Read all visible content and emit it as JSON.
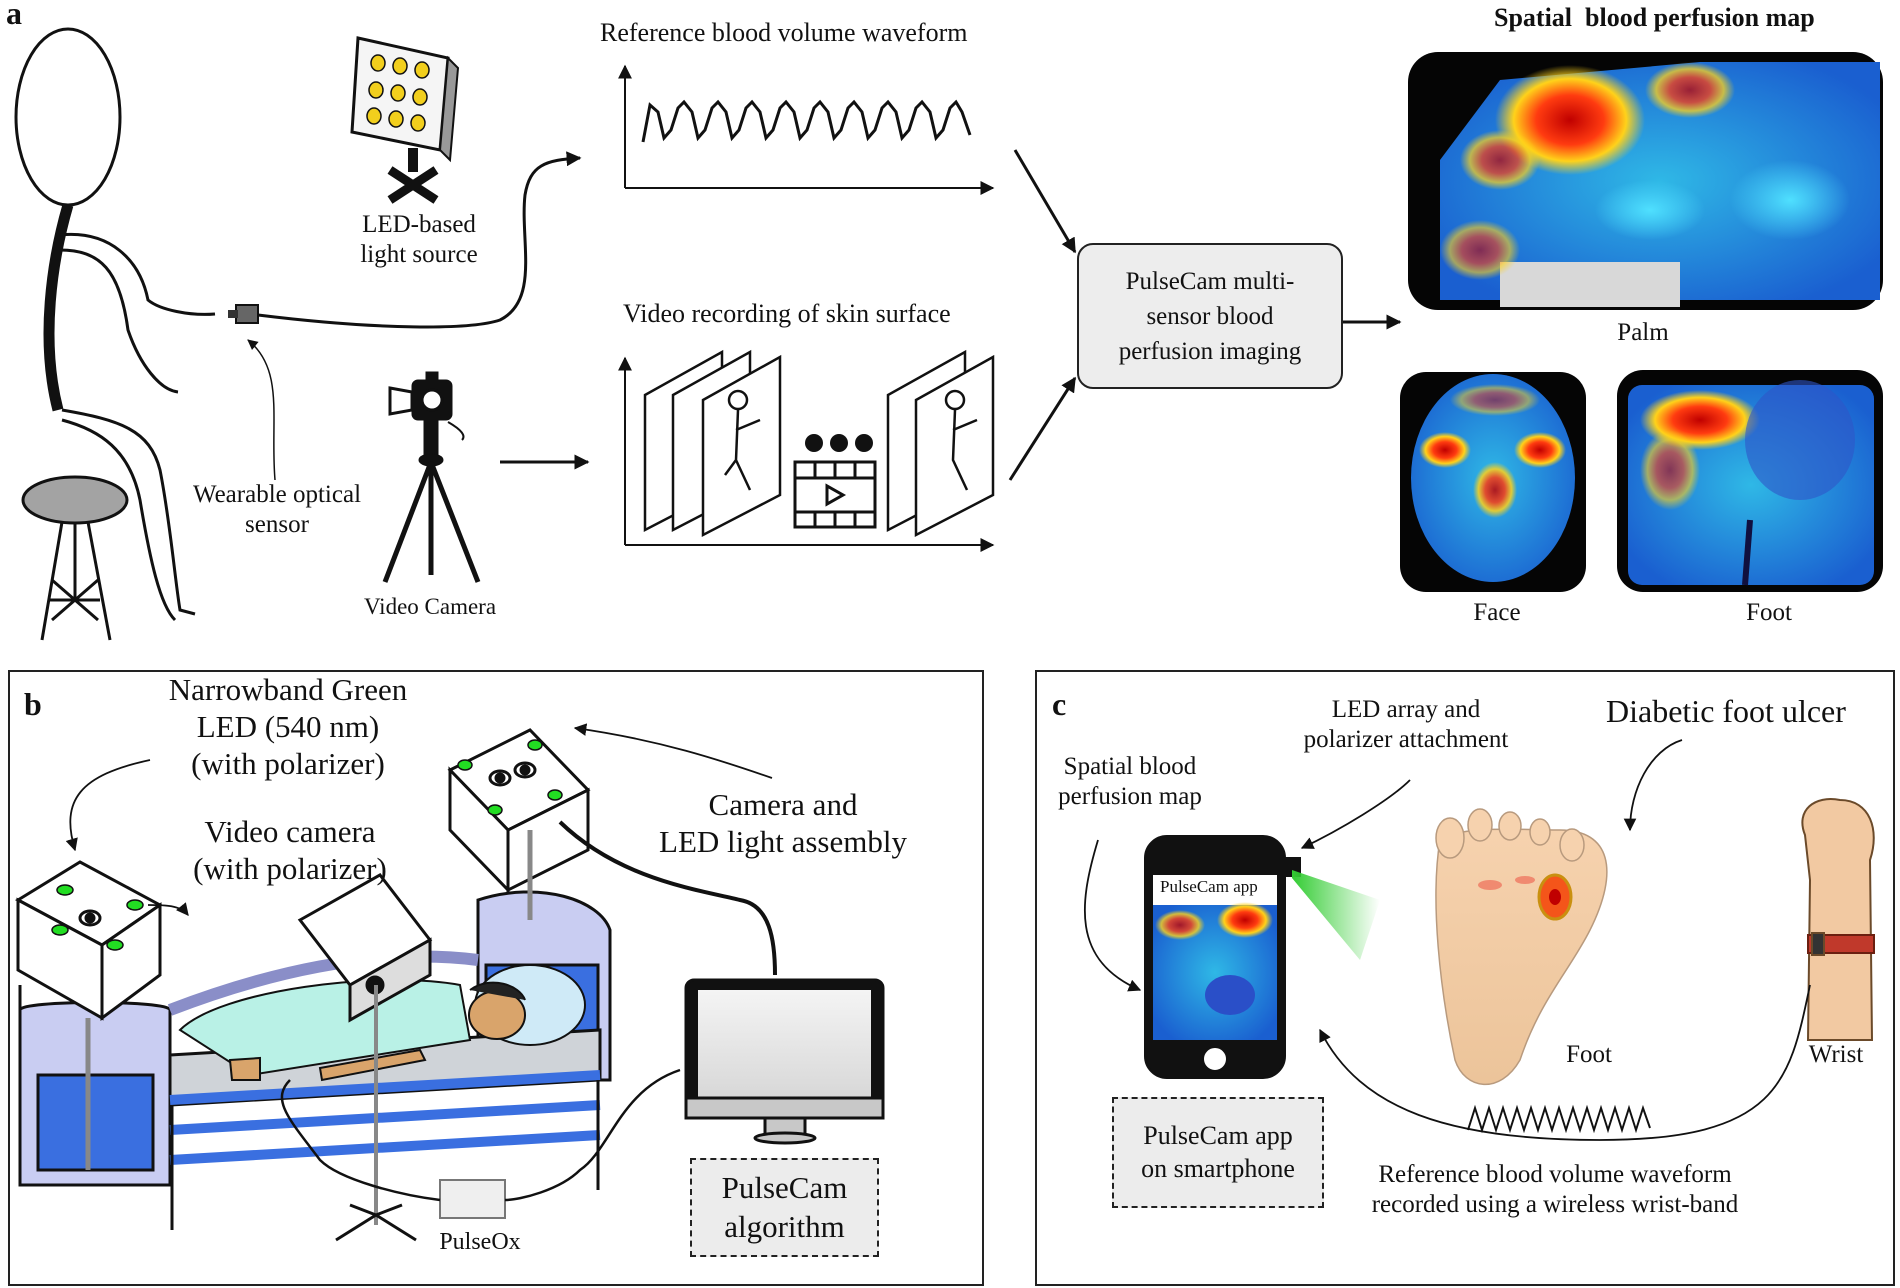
{
  "panel_a": {
    "letter": "a",
    "label_led_source": "LED-based\nlight source",
    "label_ref_waveform": "Reference blood volume waveform",
    "label_video_recording": "Video recording of skin surface",
    "label_wearable_sensor": "Wearable optical\nsensor",
    "label_video_camera": "Video Camera",
    "pulsecam_box": "PulseCam multi-\nsensor blood\nperfusion imaging",
    "map_title": "Spatial  blood perfusion map",
    "label_palm": "Palm",
    "label_face": "Face",
    "label_foot": "Foot"
  },
  "panel_b": {
    "letter": "b",
    "label_led": "Narrowband Green\nLED (540 nm)\n(with polarizer)",
    "label_camera": "Video camera\n(with polarizer)",
    "label_assembly": "Camera and\nLED light assembly",
    "label_pulseox": "PulseOx",
    "algorithm_box": "PulseCam\nalgorithm"
  },
  "panel_c": {
    "letter": "c",
    "label_led_array": "LED array and\npolarizer attachment",
    "label_ulcer": "Diabetic foot ulcer",
    "label_spatial_map": "Spatial blood\nperfusion map",
    "phone_app_title": "PulseCam app",
    "label_foot": "Foot",
    "label_wrist": "Wrist",
    "app_box": "PulseCam app\non smartphone",
    "label_wristband": "Reference blood volume waveform\nrecorded using a wireless wrist-band"
  },
  "colors": {
    "led_green": "#22dd22",
    "box_fill": "#ededed",
    "heat_low": "#1565d8",
    "heat_mid": "#28c4e0",
    "heat_high": "#e01010",
    "bed_blue": "#c9cdf2"
  }
}
